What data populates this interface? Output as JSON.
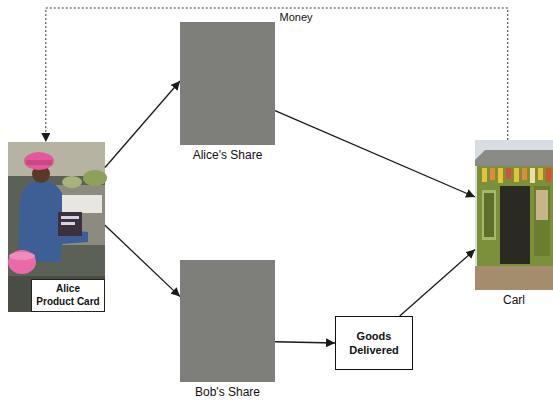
{
  "diagram": {
    "nodes": [
      {
        "text": [
          "Alice Product Card"
        ]
      },
      {
        "text": [
          "Alice's Share"
        ]
      },
      {
        "text": [
          "Bob's Share"
        ]
      },
      {
        "text": [
          "Goods Delivered"
        ]
      },
      {
        "text": [
          "Carl"
        ]
      }
    ],
    "edges": [
      {
        "from": 0,
        "to": 1,
        "arrow": "to"
      },
      {
        "from": 0,
        "to": 2,
        "arrow": "to"
      },
      {
        "from": 1,
        "to": 4,
        "arrow": "to"
      },
      {
        "from": 2,
        "to": 3,
        "arrow": "to"
      },
      {
        "from": 3,
        "to": 4,
        "arrow": "to"
      },
      {
        "from": 4,
        "to": 0,
        "label": "Money",
        "arrow": "to"
      }
    ]
  }
}
